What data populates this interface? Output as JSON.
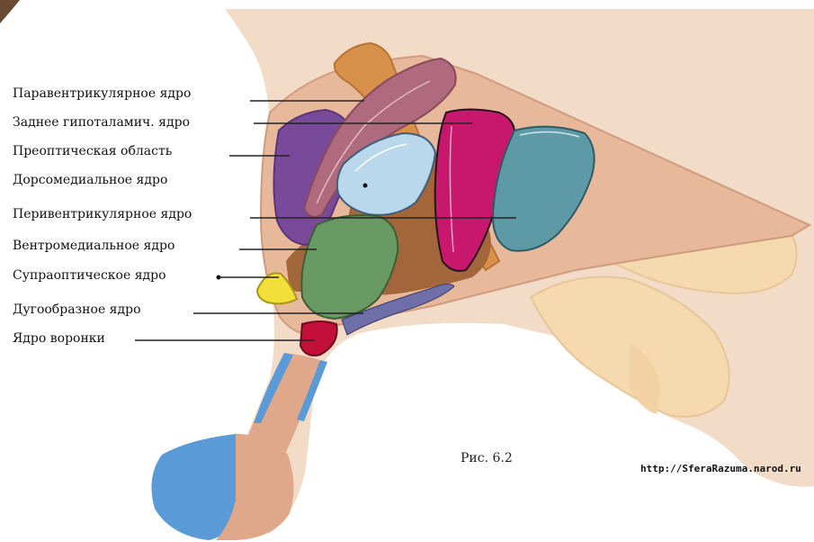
{
  "labels": {
    "paraventricular": "Паравентрикулярное ядро",
    "posterior": "Заднее гипоталамич. ядро",
    "preoptic": "Преоптическая область",
    "dorsomedial": "Дорсомедиальное ядро",
    "periventricular": "Перивентрикулярное ядро",
    "ventromedial": "Вентромедиальное ядро",
    "supraoptic": "Супраоптическое ядро",
    "arcuate": "Дугообразное ядро",
    "infundibular": "Ядро воронки"
  },
  "caption": "Рис. 6.2",
  "source_url": "http://SferaRazuma.narod.ru",
  "colors": {
    "tissue": "#f2dcc8",
    "hypothalamus": "#e8b89a",
    "paraventricular": "#b06a7e",
    "preoptic": "#7a4a9a",
    "dorsomedial": "#b9d8ec",
    "posterior": "#c8186e",
    "periventricular_blue": "#5e9aa6",
    "ventromedial": "#6a9a64",
    "supraoptic": "#f2e03a",
    "infundibular": "#c2103a",
    "brown": "#a2663a",
    "orange": "#d8914a",
    "pituitary_blue": "#5a9ad6",
    "stalk": "#e0a88a"
  }
}
